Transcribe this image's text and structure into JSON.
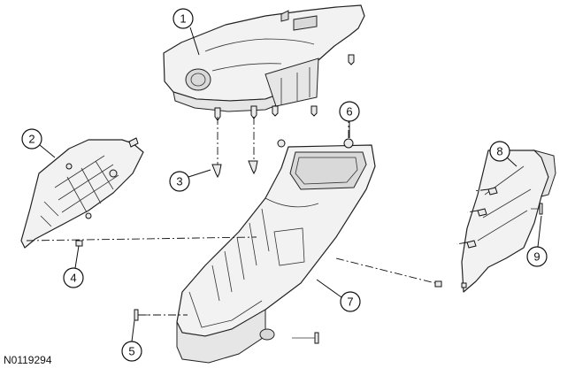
{
  "figure_id": "N0119294",
  "callouts": [
    "1",
    "2",
    "3",
    "4",
    "5",
    "6",
    "7",
    "8",
    "9"
  ]
}
